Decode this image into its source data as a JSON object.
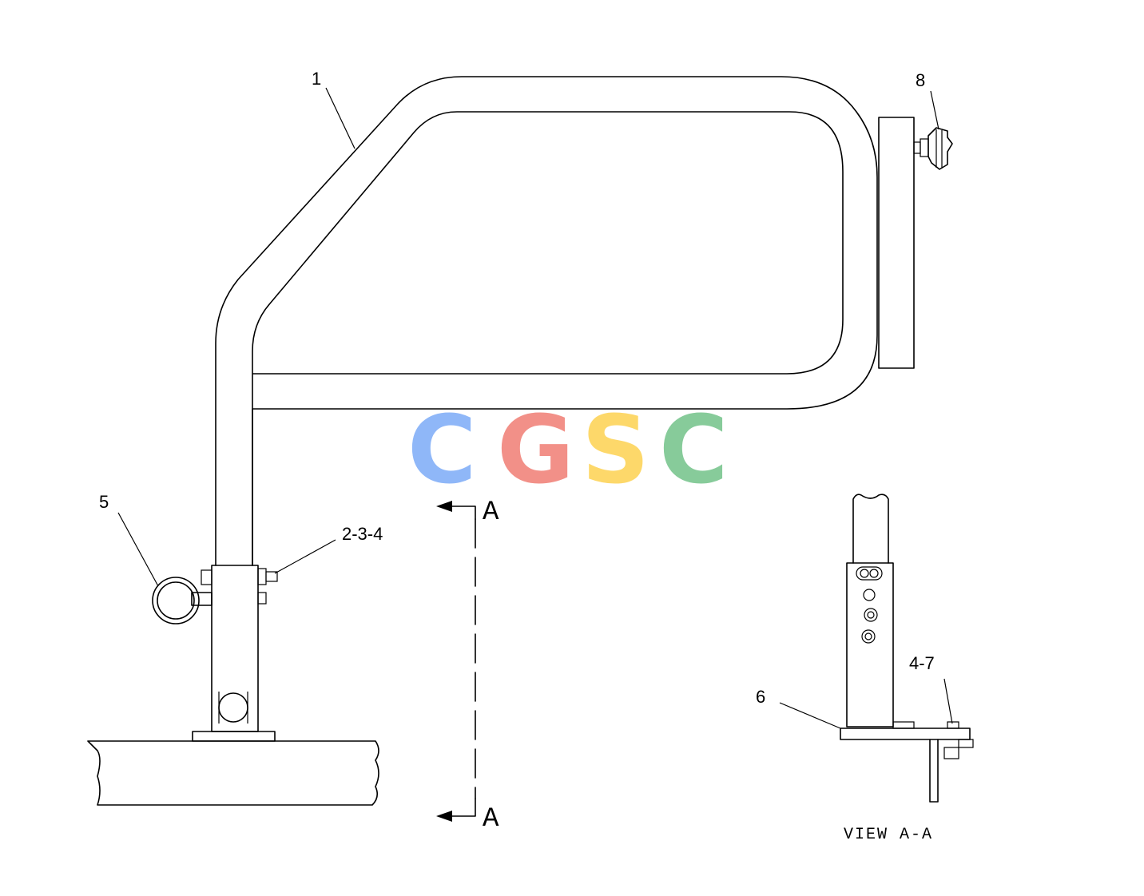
{
  "callouts": {
    "c1": "1",
    "c8": "8",
    "c5": "5",
    "c234": "2-3-4",
    "c47": "4-7",
    "c6": "6"
  },
  "section": {
    "top_letter": "A",
    "bottom_letter": "A",
    "view_caption": "VIEW A-A"
  },
  "watermark": {
    "letters": [
      "C",
      "G",
      "S",
      "C"
    ],
    "colors": [
      "#8ab4f8",
      "#f28b82",
      "#fdd663",
      "#81c995"
    ]
  }
}
